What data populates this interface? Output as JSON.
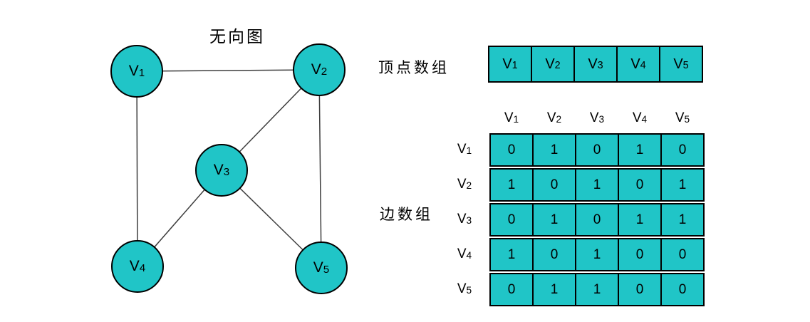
{
  "graph": {
    "title": "无向图",
    "nodes": [
      "V1",
      "V2",
      "V3",
      "V4",
      "V5"
    ],
    "edges": [
      [
        "V1",
        "V2"
      ],
      [
        "V1",
        "V4"
      ],
      [
        "V2",
        "V3"
      ],
      [
        "V2",
        "V5"
      ],
      [
        "V3",
        "V4"
      ],
      [
        "V3",
        "V5"
      ]
    ]
  },
  "vertex_array": {
    "label": "顶点数组",
    "cells": [
      "V1",
      "V2",
      "V3",
      "V4",
      "V5"
    ]
  },
  "edge_matrix": {
    "label": "边数组",
    "col_headers": [
      "V1",
      "V2",
      "V3",
      "V4",
      "V5"
    ],
    "row_headers": [
      "V1",
      "V2",
      "V3",
      "V4",
      "V5"
    ],
    "rows": [
      [
        0,
        1,
        0,
        1,
        0
      ],
      [
        1,
        0,
        1,
        0,
        1
      ],
      [
        0,
        1,
        0,
        1,
        1
      ],
      [
        1,
        0,
        1,
        0,
        0
      ],
      [
        0,
        1,
        1,
        0,
        0
      ]
    ]
  },
  "colors": {
    "node_fill": "#20C5C7",
    "border": "#000000",
    "edge_line": "#3d3d3d"
  }
}
